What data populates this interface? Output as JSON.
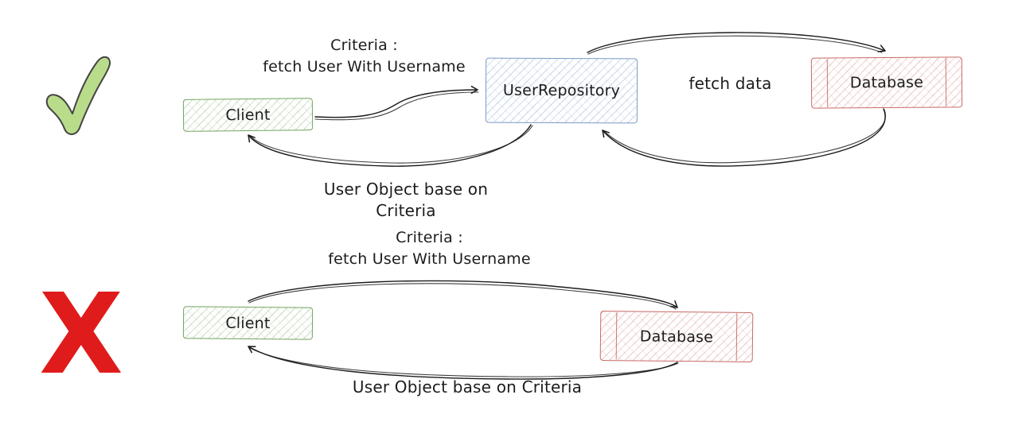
{
  "sections": {
    "correct": {
      "marker": "checkmark",
      "criteria_line1": "Criteria :",
      "criteria_line2": "fetch User With Username",
      "client_label": "Client",
      "repository_label": "UserRepository",
      "fetch_data_label": "fetch data",
      "database_label": "Database",
      "return_label": "User Object base on Criteria"
    },
    "incorrect": {
      "marker": "cross",
      "cross_glyph": "X",
      "criteria_line1": "Criteria :",
      "criteria_line2": "fetch User With Username",
      "client_label": "Client",
      "database_label": "Database",
      "return_label": "User Object base on Criteria"
    }
  },
  "colors": {
    "client_border": "#74a35f",
    "repository_border": "#7d99c7",
    "database_border": "#c66a66",
    "checkmark_fill": "#b9dc8a",
    "cross_red": "#e01b1b",
    "ink": "#1c1c1c",
    "background": "#ffffff"
  }
}
